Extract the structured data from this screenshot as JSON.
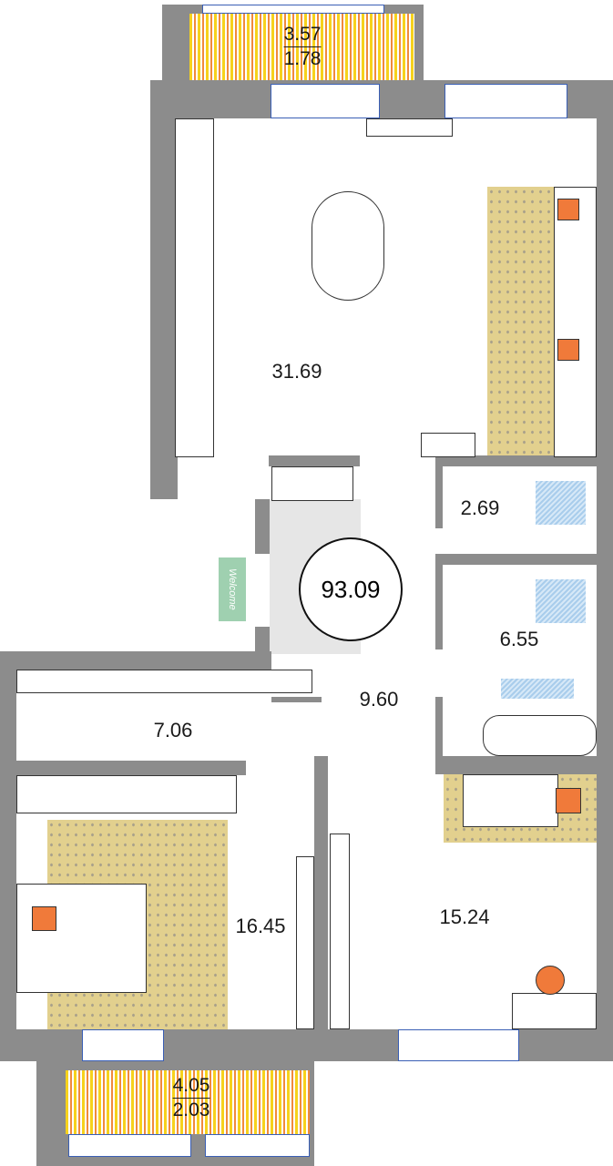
{
  "plan": {
    "total_area": "93.09",
    "rooms": {
      "living_kitchen": "31.69",
      "toilet": "2.69",
      "bathroom": "6.55",
      "hall": "9.60",
      "wardrobe": "7.06",
      "bedroom_left": "16.45",
      "bedroom_right": "15.24"
    },
    "balcony_top": {
      "area": "3.57",
      "reduced": "1.78"
    },
    "balcony_bottom": {
      "area": "4.05",
      "reduced": "2.03"
    },
    "doormat_text": "Welcome"
  },
  "colors": {
    "wall": "#8c8c8c",
    "rug": "#e2d08e",
    "window": "#3a5fb5",
    "accent": "#f07a3a"
  }
}
